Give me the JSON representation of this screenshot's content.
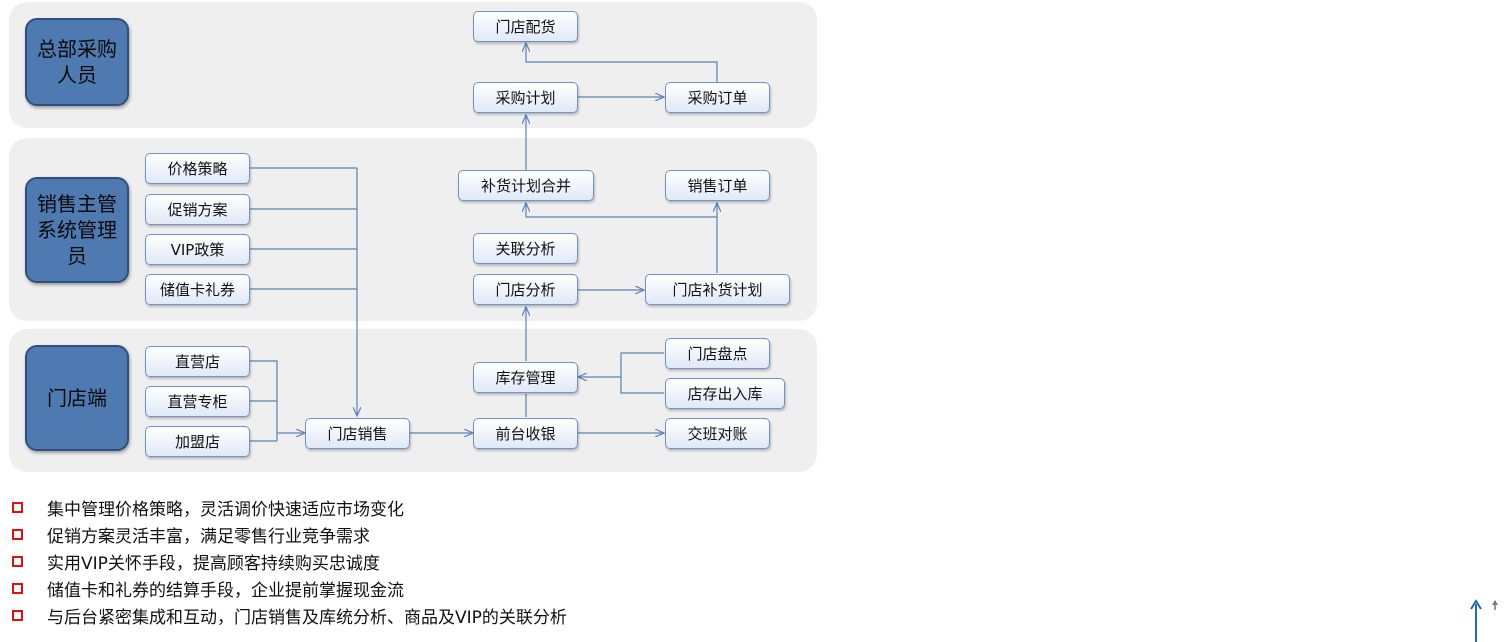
{
  "lanes": {
    "hq": "总部采购人员",
    "sales": "销售主管系统管理员",
    "store": "门店端"
  },
  "nodes": {
    "store_distribution": "门店配货",
    "purchase_plan": "采购计划",
    "purchase_order": "采购订单",
    "price_strategy": "价格策略",
    "promotion_plan": "促销方案",
    "vip_policy": "VIP政策",
    "stored_value_coupon": "储值卡礼券",
    "replenish_merge": "补货计划合并",
    "sales_order": "销售订单",
    "association_analysis": "关联分析",
    "store_analysis": "门店分析",
    "store_replenish_plan": "门店补货计划",
    "direct_store": "直营店",
    "direct_counter": "直营专柜",
    "franchise_store": "加盟店",
    "store_sales": "门店销售",
    "inventory_mgmt": "库存管理",
    "store_stocktake": "门店盘点",
    "stock_in_out": "店存出入库",
    "front_cashier": "前台收银",
    "shift_reconcile": "交班对账"
  },
  "bullets": [
    "集中管理价格策略，灵活调价快速适应市场变化",
    "促销方案灵活丰富，满足零售行业竞争需求",
    "实用VIP关怀手段，提高顾客持续购买忠诚度",
    "储值卡和礼券的结算手段，企业提前掌握现金流",
    "与后台紧密集成和互动，门店销售及库统分析、商品及VIP的关联分析"
  ],
  "colors": {
    "role_fill": "#4f79b1",
    "node_border": "#6f93c4",
    "connector": "#5a82b8",
    "bullet_marker": "#e01010",
    "lane_fill": "#efefef"
  }
}
